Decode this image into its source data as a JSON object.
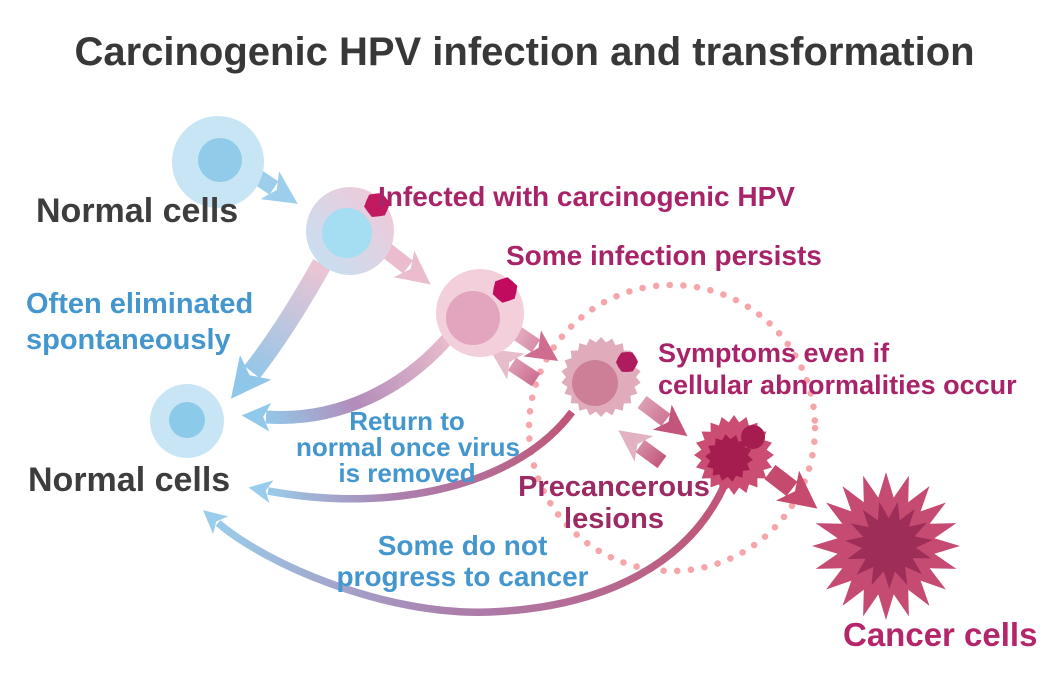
{
  "title": "Carcinogenic HPV infection and transformation",
  "colors": {
    "title_text": "#383838",
    "normal_label_text": "#3d3d3d",
    "progression_text": "#a92369",
    "regression_text": "#4396ce",
    "normal_cell_body": "#c8e5f5",
    "normal_cell_nucleus": "#90cbe9",
    "infected_cell_body": "#f3cfdc",
    "virus_particle": "#c21a61",
    "abnormal_cell_body": "#e0abbb",
    "precancer_cell_body": "#cb4d73",
    "cancer_cell_body": "#c64b72",
    "cancer_cell_core": "#9e2d58",
    "dotted_circle": "#f6a6ab"
  },
  "labels": {
    "normal_cells_top": "Normal cells",
    "normal_cells_bottom": "Normal cells",
    "cancer_cells": "Cancer cells"
  },
  "progression_notes": {
    "infected": "Infected with carcinogenic HPV",
    "persists": "Some infection persists",
    "symptoms_line1": "Symptoms even if",
    "symptoms_line2": "cellular abnormalities occur",
    "precancerous_line1": "Precancerous",
    "precancerous_line2": "lesions"
  },
  "regression_notes": {
    "eliminated_line1": "Often eliminated",
    "eliminated_line2": "spontaneously",
    "return_line1": "Return to",
    "return_line2": "normal once virus",
    "return_line3": "is removed",
    "no_progress_line1": "Some do not",
    "no_progress_line2": "progress to cancer"
  }
}
